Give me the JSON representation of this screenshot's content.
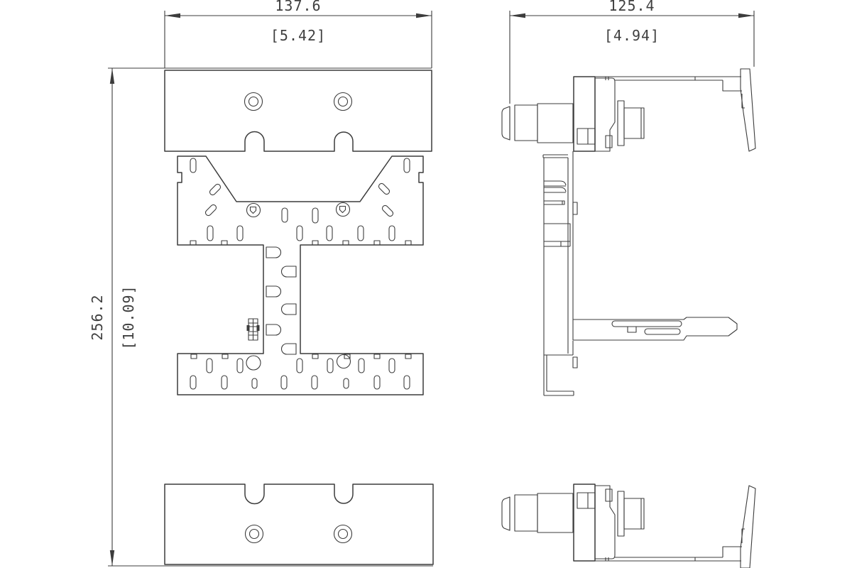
{
  "document": {
    "kind": "engineering dimension drawing",
    "background": "#ffffff",
    "line_color": "#3c3c3c",
    "text_color": "#3f3f3f"
  },
  "dimensions": {
    "front_width_mm": "137.6",
    "front_width_in": "[5.42]",
    "side_depth_mm": "125.4",
    "side_depth_in": "[4.94]",
    "height_mm": "256.2",
    "height_in": "[10.09]"
  }
}
